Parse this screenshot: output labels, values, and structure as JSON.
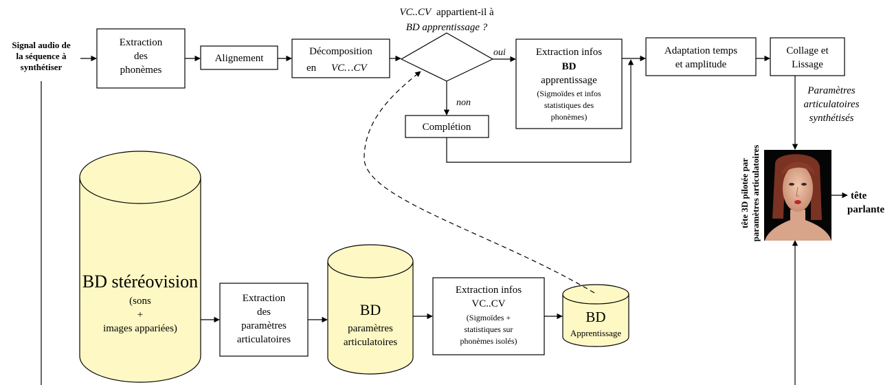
{
  "input_label": [
    "Signal audio de",
    "la séquence à",
    "synthétiser"
  ],
  "boxes": {
    "extraction_phonemes": [
      "Extraction",
      "des",
      "phonèmes"
    ],
    "alignement": "Alignement",
    "decomposition": [
      "Décomposition",
      "en",
      "VC…CV"
    ],
    "extraction_infos_bd": [
      "Extraction infos",
      "BD",
      "apprentissage",
      "(Sigmoïdes et infos",
      "statistiques des",
      "phonèmes)"
    ],
    "adaptation": [
      "Adaptation temps",
      "et amplitude"
    ],
    "collage": [
      "Collage et",
      "Lissage"
    ],
    "completion": "Complétion",
    "extraction_parametres": [
      "Extraction",
      "des",
      "paramètres",
      "articulatoires"
    ],
    "extraction_vccv": [
      "Extraction infos",
      "VC..CV",
      "(Sigmoïdes +",
      "statistiques sur",
      "phonèmes isolés)"
    ]
  },
  "decision": {
    "question": [
      "VC..CV",
      "appartient-il à",
      "BD apprentissage ?"
    ],
    "yes": "oui",
    "no": "non"
  },
  "databases": {
    "stereovision": [
      "BD stéréovision",
      "(sons",
      "+",
      "images appariées)"
    ],
    "parametres": [
      "BD",
      "paramètres",
      "articulatoires"
    ],
    "apprentissage": [
      "BD",
      "Apprentissage"
    ]
  },
  "synth_params_label": [
    "Paramètres",
    "articulatoires",
    "synthétisés"
  ],
  "head_vertical_label": [
    "tête 3D pilotée par",
    "paramètres articulatoires"
  ],
  "output_label": [
    "tête",
    "parlante"
  ],
  "colors": {
    "database_fill": "#fdf8c4",
    "avatar_background": "#050505",
    "hair": "#7a3222",
    "skin": "#e3b49a"
  }
}
